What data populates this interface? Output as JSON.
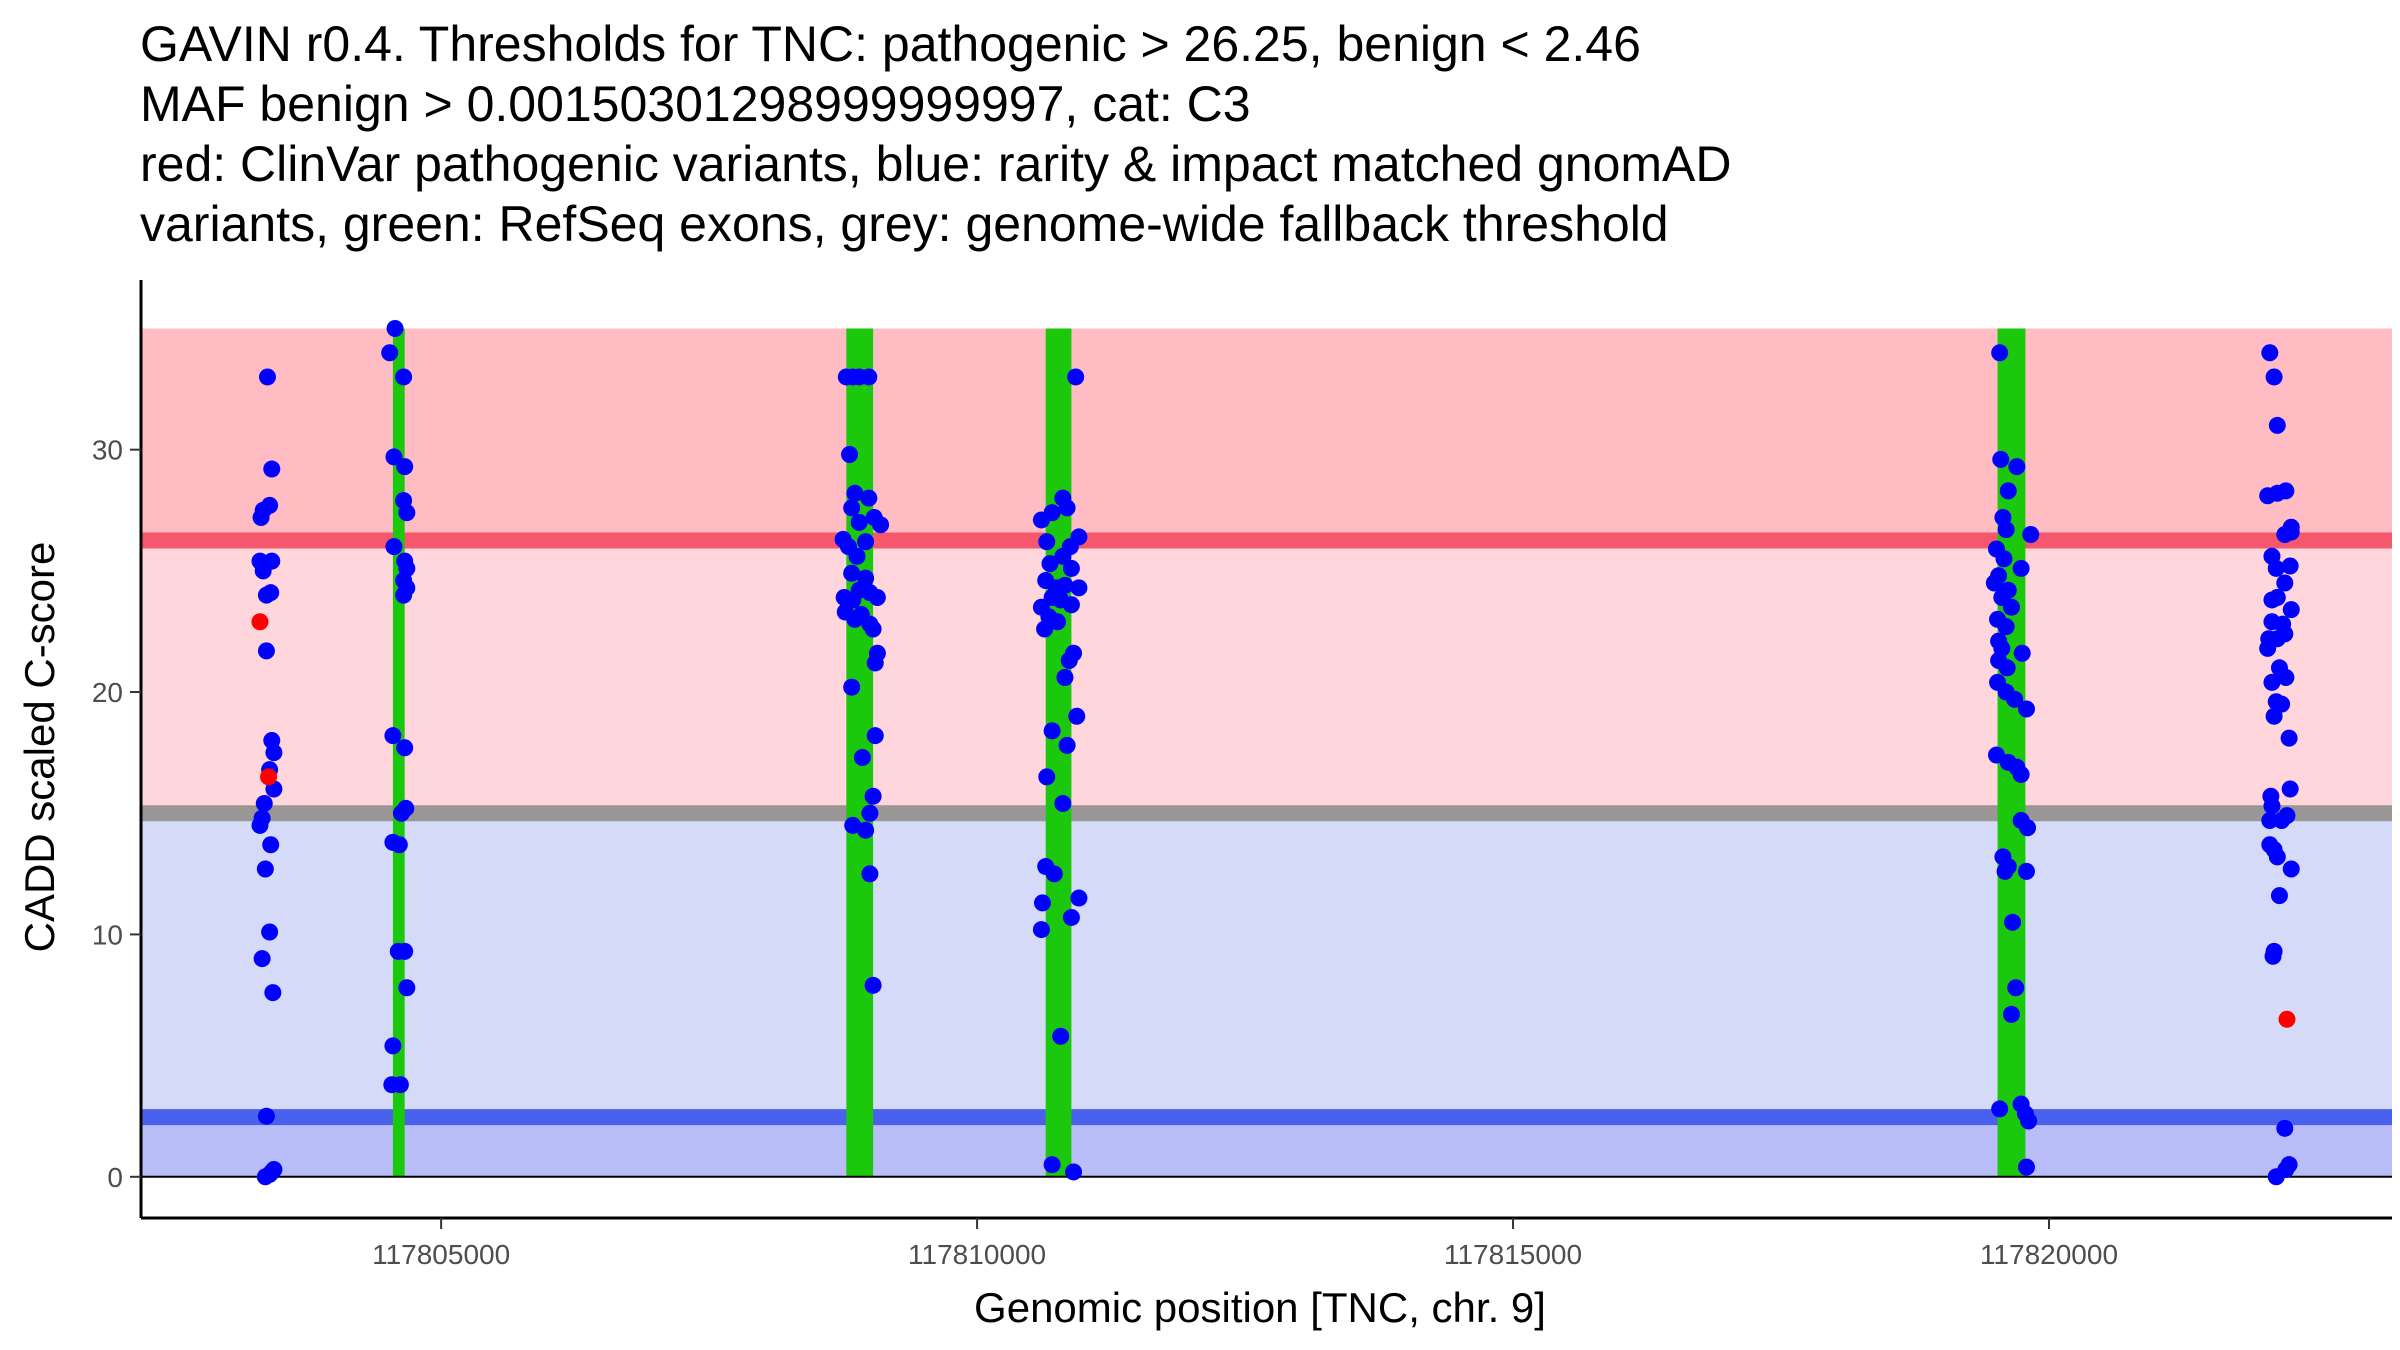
{
  "chart_data": {
    "type": "scatter",
    "title_lines": [
      "GAVIN r0.4. Thresholds for TNC: pathogenic > 26.25, benign < 2.46",
      "MAF benign > 0.00150301298999999997, cat: C3",
      "red: ClinVar pathogenic variants, blue: rarity & impact matched gnomAD",
      "variants, green: RefSeq exons, grey: genome-wide fallback threshold"
    ],
    "xlabel": "Genomic position [TNC, chr. 9]",
    "ylabel": "CADD scaled C-score",
    "xlim": [
      117802200,
      117823200
    ],
    "ylim": [
      -1.7,
      37.0
    ],
    "x_ticks": [
      117805000,
      117810000,
      117815000,
      117820000
    ],
    "x_tick_labels": [
      "117805000",
      "117810000",
      "117815000",
      "117820000"
    ],
    "y_ticks": [
      0,
      10,
      20,
      30
    ],
    "y_tick_labels": [
      "0",
      "10",
      "20",
      "30"
    ],
    "grid": false,
    "colors": {
      "pathogenic_zone": "#ffbcc3",
      "uncertain_path_zone": "#ffd6dc",
      "uncertain_benign_zone": "#d6daf9",
      "benign_zone": "#b9bef9",
      "pathogenic_line": "#f5586c",
      "benign_line": "#4a61ed",
      "fallback_line": "#9a9696",
      "exon": "#1cc80b",
      "gnomad_point": "#0000ff",
      "clinvar_point": "#ff0000"
    },
    "zones": [
      {
        "name": "pathogenic",
        "y_from": 26.25,
        "y_to": 35
      },
      {
        "name": "uncertain_above_fallback",
        "y_from": 15,
        "y_to": 26.25
      },
      {
        "name": "uncertain_below_fallback",
        "y_from": 2.46,
        "y_to": 15
      },
      {
        "name": "benign",
        "y_from": 0,
        "y_to": 2.46
      }
    ],
    "threshold_lines": [
      {
        "name": "pathogenic",
        "y": 26.25
      },
      {
        "name": "fallback",
        "y": 15
      },
      {
        "name": "benign",
        "y": 2.46
      }
    ],
    "exons": [
      {
        "start": 117804550,
        "end": 117804660
      },
      {
        "start": 117808780,
        "end": 117809030
      },
      {
        "start": 117810640,
        "end": 117810880
      },
      {
        "start": 117819520,
        "end": 117819780
      }
    ],
    "series": [
      {
        "name": "ClinVar pathogenic variants",
        "points": [
          [
            117803310,
            22.9
          ],
          [
            117803390,
            16.5
          ],
          [
            117822220,
            6.5
          ]
        ]
      },
      {
        "name": "rarity & impact matched gnomAD variants",
        "points": [
          [
            117803380,
            33.0
          ],
          [
            117803420,
            29.2
          ],
          [
            117803340,
            27.5
          ],
          [
            117803400,
            27.7
          ],
          [
            117803320,
            27.2
          ],
          [
            117803310,
            25.4
          ],
          [
            117803420,
            25.4
          ],
          [
            117803340,
            25.0
          ],
          [
            117803410,
            24.1
          ],
          [
            117803370,
            24.0
          ],
          [
            117803370,
            21.7
          ],
          [
            117803420,
            18.0
          ],
          [
            117803440,
            17.5
          ],
          [
            117803400,
            16.8
          ],
          [
            117803440,
            16.0
          ],
          [
            117803350,
            15.4
          ],
          [
            117803330,
            14.8
          ],
          [
            117803310,
            14.5
          ],
          [
            117803410,
            13.7
          ],
          [
            117803360,
            12.7
          ],
          [
            117803400,
            10.1
          ],
          [
            117803330,
            9.0
          ],
          [
            117803430,
            7.6
          ],
          [
            117803370,
            2.5
          ],
          [
            117803360,
            0.0
          ],
          [
            117803420,
            0.2
          ],
          [
            117803400,
            0.1
          ],
          [
            117803440,
            0.3
          ],
          [
            117804570,
            35.0
          ],
          [
            117804520,
            34.0
          ],
          [
            117804650,
            33.0
          ],
          [
            117804560,
            29.7
          ],
          [
            117804660,
            29.3
          ],
          [
            117804650,
            27.9
          ],
          [
            117804680,
            27.4
          ],
          [
            117804560,
            26.0
          ],
          [
            117804660,
            25.4
          ],
          [
            117804680,
            25.1
          ],
          [
            117804650,
            24.6
          ],
          [
            117804680,
            24.3
          ],
          [
            117804650,
            24.0
          ],
          [
            117804550,
            18.2
          ],
          [
            117804660,
            17.7
          ],
          [
            117804670,
            15.2
          ],
          [
            117804630,
            15.0
          ],
          [
            117804550,
            13.8
          ],
          [
            117804610,
            13.7
          ],
          [
            117804600,
            9.3
          ],
          [
            117804660,
            9.3
          ],
          [
            117804680,
            7.8
          ],
          [
            117804550,
            5.4
          ],
          [
            117804540,
            3.8
          ],
          [
            117804620,
            3.8
          ],
          [
            117808780,
            33.0
          ],
          [
            117808840,
            33.0
          ],
          [
            117808900,
            33.0
          ],
          [
            117808990,
            33.0
          ],
          [
            117808810,
            29.8
          ],
          [
            117808860,
            28.2
          ],
          [
            117808830,
            27.6
          ],
          [
            117808990,
            28.0
          ],
          [
            117809040,
            27.2
          ],
          [
            117809100,
            26.9
          ],
          [
            117808900,
            27.0
          ],
          [
            117808750,
            26.3
          ],
          [
            117808800,
            26.0
          ],
          [
            117808880,
            25.6
          ],
          [
            117808960,
            26.2
          ],
          [
            117808830,
            24.9
          ],
          [
            117808960,
            24.7
          ],
          [
            117808760,
            23.9
          ],
          [
            117808840,
            23.8
          ],
          [
            117808900,
            24.2
          ],
          [
            117809000,
            24.1
          ],
          [
            117809070,
            23.9
          ],
          [
            117808770,
            23.3
          ],
          [
            117808860,
            23.0
          ],
          [
            117808920,
            23.2
          ],
          [
            117809000,
            22.8
          ],
          [
            117809030,
            22.6
          ],
          [
            117809070,
            21.6
          ],
          [
            117809050,
            21.2
          ],
          [
            117808830,
            20.2
          ],
          [
            117809050,
            18.2
          ],
          [
            117808930,
            17.3
          ],
          [
            117809030,
            15.7
          ],
          [
            117809000,
            15.0
          ],
          [
            117808840,
            14.5
          ],
          [
            117808960,
            14.3
          ],
          [
            117809000,
            12.5
          ],
          [
            117809030,
            7.9
          ],
          [
            117810600,
            27.1
          ],
          [
            117810800,
            28.0
          ],
          [
            117810840,
            27.6
          ],
          [
            117810700,
            27.4
          ],
          [
            117810950,
            26.4
          ],
          [
            117810650,
            26.2
          ],
          [
            117810870,
            26.0
          ],
          [
            117810800,
            25.6
          ],
          [
            117810680,
            25.3
          ],
          [
            117810880,
            25.1
          ],
          [
            117810640,
            24.6
          ],
          [
            117810740,
            24.3
          ],
          [
            117810820,
            24.4
          ],
          [
            117810950,
            24.3
          ],
          [
            117810700,
            23.9
          ],
          [
            117810780,
            23.8
          ],
          [
            117810880,
            23.6
          ],
          [
            117810600,
            23.5
          ],
          [
            117810670,
            23.1
          ],
          [
            117810750,
            22.9
          ],
          [
            117810630,
            22.6
          ],
          [
            117810900,
            21.6
          ],
          [
            117810860,
            21.3
          ],
          [
            117810820,
            20.6
          ],
          [
            117810930,
            19.0
          ],
          [
            117810700,
            18.4
          ],
          [
            117810840,
            17.8
          ],
          [
            117810650,
            16.5
          ],
          [
            117810800,
            15.4
          ],
          [
            117810640,
            12.8
          ],
          [
            117810720,
            12.5
          ],
          [
            117810950,
            11.5
          ],
          [
            117810610,
            11.3
          ],
          [
            117810880,
            10.7
          ],
          [
            117810600,
            10.2
          ],
          [
            117810780,
            5.8
          ],
          [
            117810700,
            0.5
          ],
          [
            117810900,
            0.2
          ],
          [
            117810920,
            33.0
          ],
          [
            117819540,
            34.0
          ],
          [
            117819550,
            29.6
          ],
          [
            117819700,
            29.3
          ],
          [
            117819620,
            28.3
          ],
          [
            117819570,
            27.2
          ],
          [
            117819600,
            26.7
          ],
          [
            117819830,
            26.5
          ],
          [
            117819510,
            25.9
          ],
          [
            117819580,
            25.5
          ],
          [
            117819740,
            25.1
          ],
          [
            117819530,
            24.8
          ],
          [
            117819620,
            24.2
          ],
          [
            117819490,
            24.5
          ],
          [
            117819560,
            23.9
          ],
          [
            117819650,
            23.5
          ],
          [
            117819520,
            23.0
          ],
          [
            117819600,
            22.7
          ],
          [
            117819530,
            22.1
          ],
          [
            117819560,
            21.8
          ],
          [
            117819750,
            21.6
          ],
          [
            117819530,
            21.3
          ],
          [
            117819610,
            21.0
          ],
          [
            117819520,
            20.4
          ],
          [
            117819600,
            20.0
          ],
          [
            117819680,
            19.7
          ],
          [
            117819790,
            19.3
          ],
          [
            117819510,
            17.4
          ],
          [
            117819620,
            17.1
          ],
          [
            117819700,
            16.9
          ],
          [
            117819740,
            16.6
          ],
          [
            117819740,
            14.7
          ],
          [
            117819800,
            14.4
          ],
          [
            117819570,
            13.2
          ],
          [
            117819620,
            12.8
          ],
          [
            117819590,
            12.6
          ],
          [
            117819790,
            12.6
          ],
          [
            117819660,
            10.5
          ],
          [
            117819690,
            7.8
          ],
          [
            117819650,
            6.7
          ],
          [
            117819740,
            3.0
          ],
          [
            117819540,
            2.8
          ],
          [
            117819780,
            2.6
          ],
          [
            117819810,
            2.3
          ],
          [
            117819790,
            0.4
          ],
          [
            117822060,
            34.0
          ],
          [
            117822100,
            33.0
          ],
          [
            117822130,
            31.0
          ],
          [
            117822040,
            28.1
          ],
          [
            117822130,
            28.2
          ],
          [
            117822210,
            28.3
          ],
          [
            117822260,
            26.8
          ],
          [
            117822200,
            26.5
          ],
          [
            117822260,
            26.6
          ],
          [
            117822080,
            25.6
          ],
          [
            117822120,
            25.1
          ],
          [
            117822250,
            25.2
          ],
          [
            117822200,
            24.5
          ],
          [
            117822130,
            23.9
          ],
          [
            117822080,
            23.8
          ],
          [
            117822260,
            23.4
          ],
          [
            117822080,
            22.9
          ],
          [
            117822180,
            22.8
          ],
          [
            117822050,
            22.2
          ],
          [
            117822130,
            22.2
          ],
          [
            117822200,
            22.4
          ],
          [
            117822040,
            21.8
          ],
          [
            117822150,
            21.0
          ],
          [
            117822080,
            20.4
          ],
          [
            117822210,
            20.6
          ],
          [
            117822120,
            19.6
          ],
          [
            117822170,
            19.5
          ],
          [
            117822100,
            19.0
          ],
          [
            117822240,
            18.1
          ],
          [
            117822250,
            16.0
          ],
          [
            117822070,
            15.7
          ],
          [
            117822080,
            15.3
          ],
          [
            117822170,
            14.7
          ],
          [
            117822060,
            14.7
          ],
          [
            117822220,
            14.9
          ],
          [
            117822060,
            13.7
          ],
          [
            117822100,
            13.5
          ],
          [
            117822130,
            13.2
          ],
          [
            117822260,
            12.7
          ],
          [
            117822150,
            11.6
          ],
          [
            117822100,
            9.3
          ],
          [
            117822090,
            9.1
          ],
          [
            117822200,
            2.0
          ],
          [
            117822240,
            0.5
          ],
          [
            117822210,
            0.3
          ],
          [
            117822120,
            0.0
          ]
        ]
      }
    ]
  }
}
